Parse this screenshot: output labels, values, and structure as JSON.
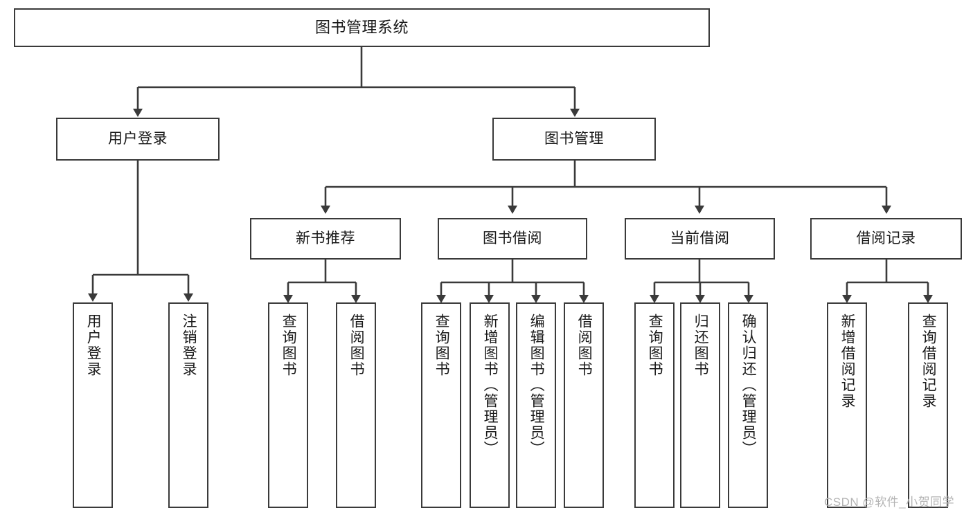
{
  "diagram": {
    "type": "tree-hierarchy-chart",
    "title": "图书管理系统",
    "stroke_color": "#3a3a3a",
    "background_color": "#ffffff",
    "text_color": "#1a1a1a"
  },
  "nodes": {
    "root": {
      "label": "图书管理系统",
      "level": 1
    },
    "level2": [
      {
        "id": "user-login",
        "label": "用户登录"
      },
      {
        "id": "book-management",
        "label": "图书管理"
      }
    ],
    "level3": [
      {
        "id": "new-book-recommend",
        "label": "新书推荐"
      },
      {
        "id": "book-borrow",
        "label": "图书借阅"
      },
      {
        "id": "current-borrow",
        "label": "当前借阅"
      },
      {
        "id": "borrow-record",
        "label": "借阅记录"
      }
    ],
    "leaves": {
      "user_login": [
        {
          "id": "leaf-user-login",
          "label": "用户登录"
        },
        {
          "id": "leaf-logout",
          "label": "注销登录"
        }
      ],
      "new_book_recommend": [
        {
          "id": "leaf-query-book-1",
          "label": "查询图书"
        },
        {
          "id": "leaf-borrow-book-1",
          "label": "借阅图书"
        }
      ],
      "book_borrow": [
        {
          "id": "leaf-query-book-2",
          "label": "查询图书"
        },
        {
          "id": "leaf-add-book",
          "label": "新增图书（管理员）"
        },
        {
          "id": "leaf-edit-book",
          "label": "编辑图书（管理员）"
        },
        {
          "id": "leaf-borrow-book-2",
          "label": "借阅图书"
        }
      ],
      "current_borrow": [
        {
          "id": "leaf-query-book-3",
          "label": "查询图书"
        },
        {
          "id": "leaf-return-book",
          "label": "归还图书"
        },
        {
          "id": "leaf-confirm-return",
          "label": "确认归还（管理员）"
        }
      ],
      "borrow_record": [
        {
          "id": "leaf-add-record",
          "label": "新增借阅记录"
        },
        {
          "id": "leaf-query-record",
          "label": "查询借阅记录"
        }
      ]
    }
  },
  "watermark": {
    "text": "CSDN @软件_小贺同学"
  }
}
